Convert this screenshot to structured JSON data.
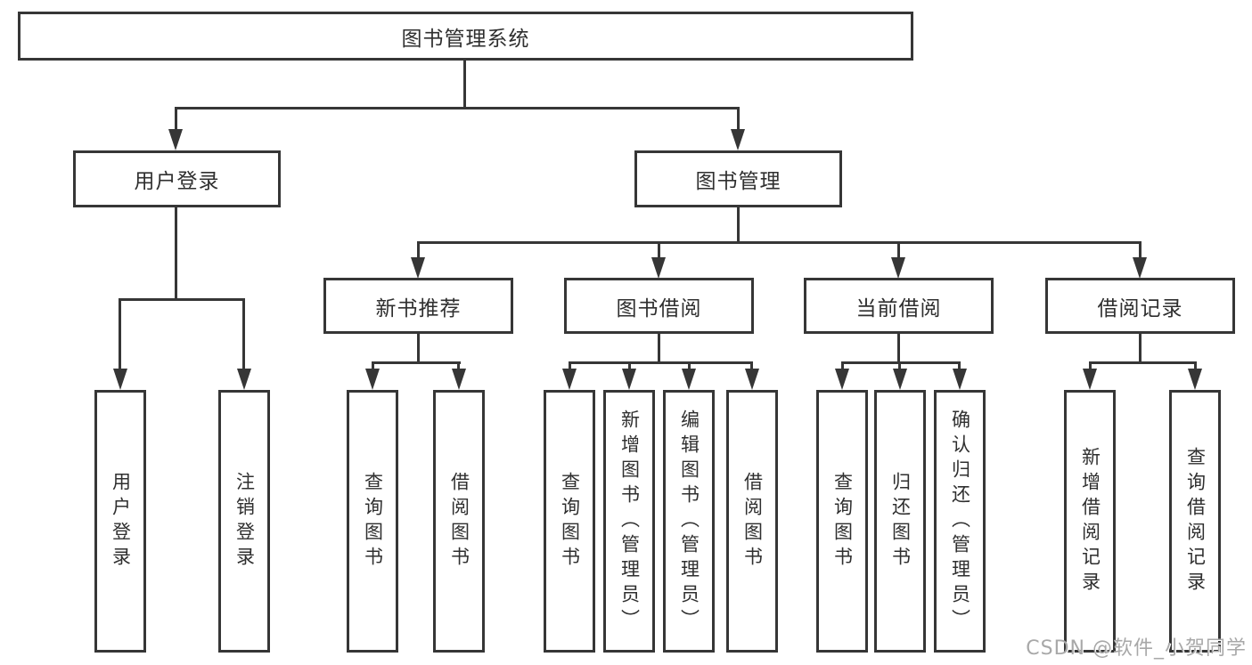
{
  "colors": {
    "background": "#ffffff",
    "line": "#363636",
    "box_border": "#363636",
    "text": "#2f2f2f",
    "watermark": "#a8a8a8"
  },
  "watermark": {
    "text": "CSDN @软件_小贺同学"
  },
  "tree": {
    "label": "图书管理系统",
    "children": [
      {
        "label": "用户登录",
        "children": [
          {
            "label": "用户登录"
          },
          {
            "label": "注销登录"
          }
        ]
      },
      {
        "label": "图书管理",
        "children": [
          {
            "label": "新书推荐",
            "children": [
              {
                "label": "查询图书"
              },
              {
                "label": "借阅图书"
              }
            ]
          },
          {
            "label": "图书借阅",
            "children": [
              {
                "label": "查询图书"
              },
              {
                "label": "新增图书（管理员）"
              },
              {
                "label": "编辑图书（管理员）"
              },
              {
                "label": "借阅图书"
              }
            ]
          },
          {
            "label": "当前借阅",
            "children": [
              {
                "label": "查询图书"
              },
              {
                "label": "归还图书"
              },
              {
                "label": "确认归还（管理员）"
              }
            ]
          },
          {
            "label": "借阅记录",
            "children": [
              {
                "label": "新增借阅记录"
              },
              {
                "label": "查询借阅记录"
              }
            ]
          }
        ]
      }
    ]
  }
}
